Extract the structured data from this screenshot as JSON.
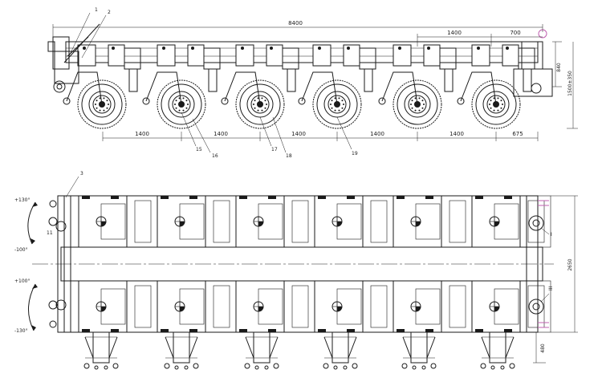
{
  "side_view": {
    "dimensions": {
      "overall_length": "8400",
      "top_1400": "1400",
      "top_700": "700",
      "height_840": "840",
      "height_range": "1500±350",
      "bottom_spacings": [
        "1400",
        "1400",
        "1400",
        "1400",
        "1400"
      ],
      "bottom_end": "675"
    },
    "callouts": [
      "1",
      "2",
      "15",
      "16",
      "17",
      "18",
      "19"
    ]
  },
  "plan_view": {
    "angles": [
      "+130°",
      "-100°",
      "+100°",
      "-130°"
    ],
    "callouts": [
      "3",
      "11",
      "I",
      "III"
    ],
    "dimensions": {
      "width": "2650",
      "bottom_480": "480"
    }
  }
}
